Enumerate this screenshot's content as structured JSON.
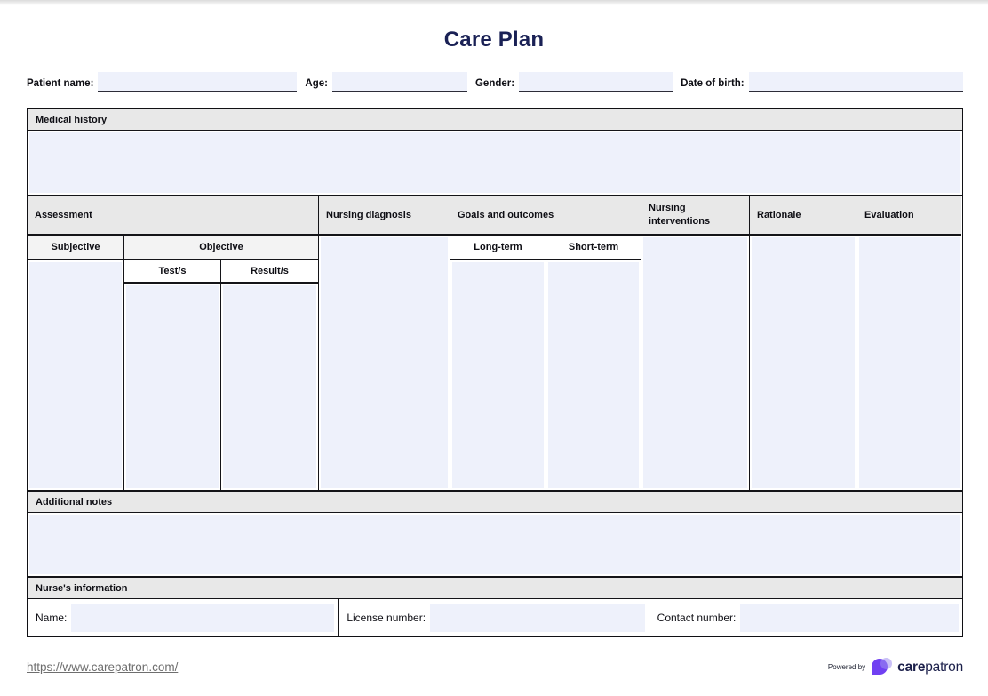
{
  "page": {
    "title": "Care Plan"
  },
  "patient_info": {
    "fields": [
      {
        "label": "Patient name:",
        "value": ""
      },
      {
        "label": "Age:",
        "value": ""
      },
      {
        "label": "Gender:",
        "value": ""
      },
      {
        "label": "Date of birth:",
        "value": ""
      }
    ]
  },
  "medical_history": {
    "title": "Medical history",
    "content": ""
  },
  "care_table": {
    "columns": [
      "Assessment",
      "Nursing diagnosis",
      "Goals and outcomes",
      "Nursing interventions",
      "Rationale",
      "Evaluation"
    ],
    "assessment": {
      "subjective": "Subjective",
      "objective": "Objective",
      "tests": "Test/s",
      "results": "Result/s"
    },
    "goals": {
      "long_term": "Long-term",
      "short_term": "Short-term"
    },
    "cells": {
      "subjective": "",
      "tests": "",
      "results": "",
      "nursing_diagnosis": "",
      "long_term": "",
      "short_term": "",
      "nursing_interventions": "",
      "rationale": "",
      "evaluation": ""
    }
  },
  "additional_notes": {
    "title": "Additional notes",
    "content": ""
  },
  "nurse_information": {
    "title": "Nurse's information",
    "fields": [
      {
        "label": "Name:",
        "value": ""
      },
      {
        "label": "License number:",
        "value": ""
      },
      {
        "label": "Contact number:",
        "value": ""
      }
    ]
  },
  "footer": {
    "link": "https://www.carepatron.com/",
    "powered_by": "Powered by",
    "brand": {
      "bold": "care",
      "regular": "patron"
    }
  },
  "colors": {
    "field_lavender": "#eef1fb",
    "section_header_gray": "#e8e8e8",
    "subheader_gray": "#f3f3f3",
    "title_navy": "#1a2155",
    "brand_purple": "#7040f2",
    "link_gray": "#6e6e6e"
  }
}
